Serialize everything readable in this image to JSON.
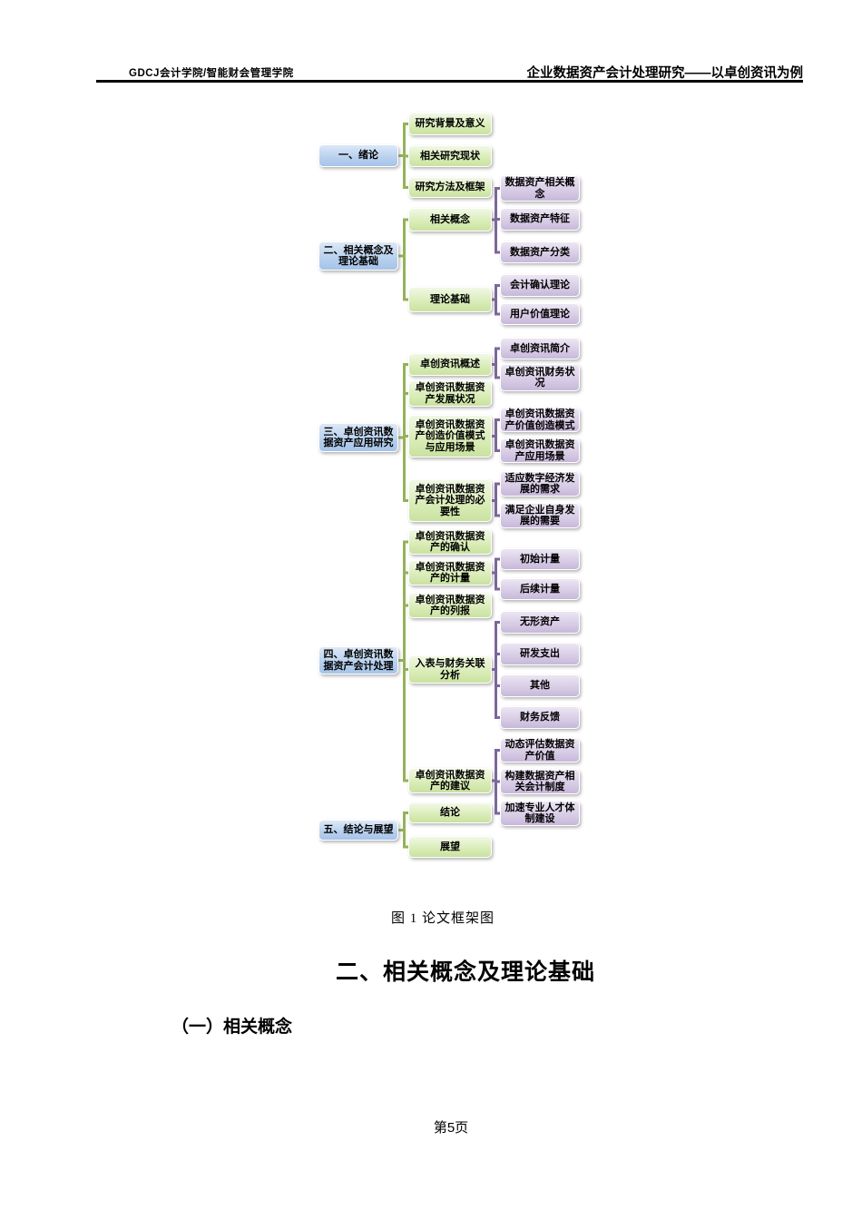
{
  "header": {
    "left": "GDCJ会计学院/智能财会管理学院",
    "right": "企业数据资产会计处理研究——以卓创资讯为例"
  },
  "figure": {
    "caption": "图 1 论文框架图"
  },
  "headings": {
    "section": "二、相关概念及理论基础",
    "subsection": "（一）相关概念"
  },
  "footer": {
    "page": "第5页"
  },
  "colors": {
    "level1_box": "#a5c3e8",
    "level2_box": "#c9e2a0",
    "level3_box": "#c7b8da",
    "connector_green": "#94b259",
    "connector_purple": "#7c679b",
    "box_border": "#ffffff",
    "text": "#000000"
  },
  "diagram": {
    "sections": [
      {
        "id": "s1",
        "label": "一、绪论",
        "children": [
          {
            "id": "s1c1",
            "label": "研究背景及意义"
          },
          {
            "id": "s1c2",
            "label": "相关研究现状"
          },
          {
            "id": "s1c3",
            "label": "研究方法及框架"
          }
        ]
      },
      {
        "id": "s2",
        "label": "二、相关概念及理论基础",
        "children": [
          {
            "id": "s2c1",
            "label": "相关概念",
            "children": [
              {
                "id": "s2c1g1",
                "label": "数据资产相关概念"
              },
              {
                "id": "s2c1g2",
                "label": "数据资产特征"
              },
              {
                "id": "s2c1g3",
                "label": "数据资产分类"
              }
            ]
          },
          {
            "id": "s2c2",
            "label": "理论基础",
            "children": [
              {
                "id": "s2c2g1",
                "label": "会计确认理论"
              },
              {
                "id": "s2c2g2",
                "label": "用户价值理论"
              }
            ]
          }
        ]
      },
      {
        "id": "s3",
        "label": "三、卓创资讯数据资产应用研究",
        "children": [
          {
            "id": "s3c1",
            "label": "卓创资讯概述",
            "children": [
              {
                "id": "s3c1g1",
                "label": "卓创资讯简介"
              },
              {
                "id": "s3c1g2",
                "label": "卓创资讯财务状况"
              }
            ]
          },
          {
            "id": "s3c2",
            "label": "卓创资讯数据资产发展状况"
          },
          {
            "id": "s3c3",
            "label": "卓创资讯数据资产创造价值模式与应用场景",
            "children": [
              {
                "id": "s3c3g1",
                "label": "卓创资讯数据资产价值创造模式"
              },
              {
                "id": "s3c3g2",
                "label": "卓创资讯数据资产应用场景"
              }
            ]
          },
          {
            "id": "s3c4",
            "label": "卓创资讯数据资产会计处理的必要性",
            "children": [
              {
                "id": "s3c4g1",
                "label": "适应数字经济发展的需求"
              },
              {
                "id": "s3c4g2",
                "label": "满足企业自身发展的需要"
              }
            ]
          }
        ]
      },
      {
        "id": "s4",
        "label": "四、卓创资讯数据资产会计处理",
        "children": [
          {
            "id": "s4c1",
            "label": "卓创资讯数据资产的确认"
          },
          {
            "id": "s4c2",
            "label": "卓创资讯数据资产的计量",
            "children": [
              {
                "id": "s4c2g1",
                "label": "初始计量"
              },
              {
                "id": "s4c2g2",
                "label": "后续计量"
              }
            ]
          },
          {
            "id": "s4c3",
            "label": "卓创资讯数据资产的列报"
          },
          {
            "id": "s4c4",
            "label": "入表与财务关联分析",
            "children": [
              {
                "id": "s4c4g1",
                "label": "无形资产"
              },
              {
                "id": "s4c4g2",
                "label": "研发支出"
              },
              {
                "id": "s4c4g3",
                "label": "其他"
              },
              {
                "id": "s4c4g4",
                "label": "财务反馈"
              }
            ]
          },
          {
            "id": "s4c5",
            "label": "卓创资讯数据资产的建议",
            "children": [
              {
                "id": "s4c5g1",
                "label": "动态评估数据资产价值"
              },
              {
                "id": "s4c5g2",
                "label": "构建数据资产相关会计制度"
              },
              {
                "id": "s4c5g3",
                "label": "加速专业人才体制建设"
              }
            ]
          }
        ]
      },
      {
        "id": "s5",
        "label": "五、结论与展望",
        "children": [
          {
            "id": "s5c1",
            "label": "结论"
          },
          {
            "id": "s5c2",
            "label": "展望"
          }
        ]
      }
    ]
  }
}
